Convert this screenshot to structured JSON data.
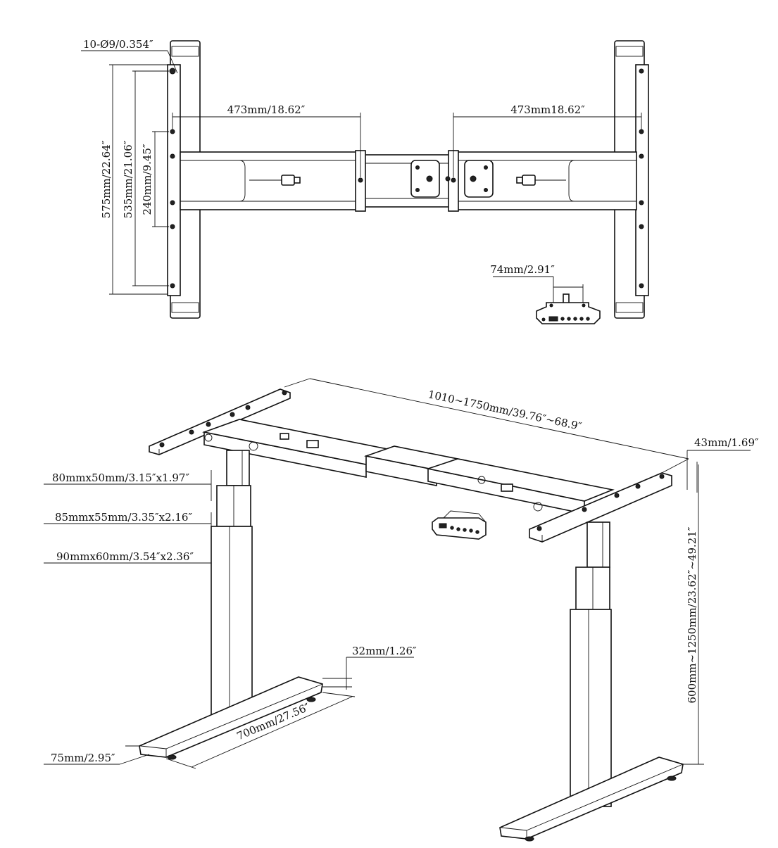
{
  "top_view": {
    "hole_spec": "10-Ø9/0.354″",
    "outer_height": "575mm/22.64″",
    "mid_height": "535mm/21.06″",
    "inner_height": "240mm/9.45″",
    "left_span": "473mm/18.62″",
    "right_span": "473mm18.62″",
    "controller_width": "74mm/2.91″"
  },
  "perspective_view": {
    "frame_length": "1010~1750mm/39.76″~68.9″",
    "top_plate_thickness": "43mm/1.69″",
    "column_stage_1": "80mmx50mm/3.15″x1.97″",
    "column_stage_2": "85mmx55mm/3.35″x2.16″",
    "column_stage_3": "90mmx60mm/3.54″x2.36″",
    "height_range": "600mm~1250mm/23.62″~49.21″",
    "foot_height": "32mm/1.26″",
    "foot_length": "700mm/27.56″",
    "foot_width": "75mm/2.95″"
  },
  "colors": {
    "line": "#111111",
    "background": "#ffffff"
  }
}
